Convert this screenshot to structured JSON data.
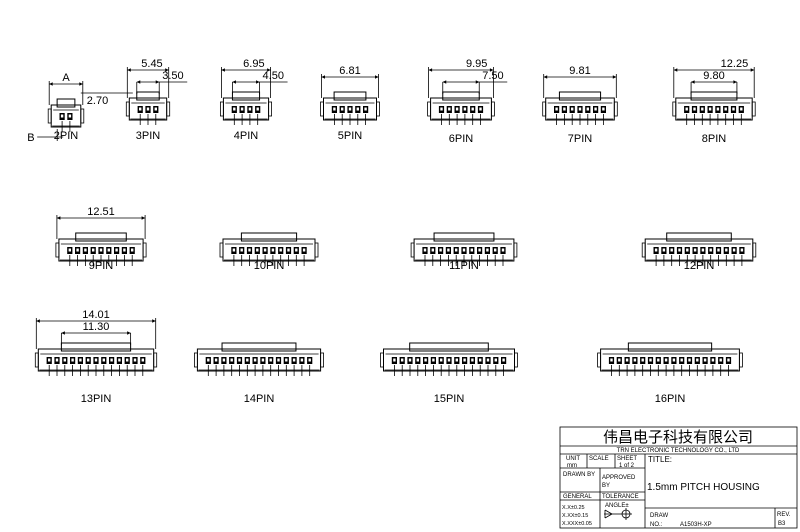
{
  "connectors": [
    {
      "label": "2PIN",
      "pins": 2,
      "dims": [
        {
          "value": "A",
          "kind": "outer"
        },
        {
          "value": "2.70",
          "kind": "side"
        },
        {
          "value": "B",
          "kind": "pitch"
        }
      ]
    },
    {
      "label": "3PIN",
      "pins": 3,
      "dims": [
        {
          "value": "5.45",
          "kind": "outer"
        },
        {
          "value": "3.50",
          "kind": "inner"
        }
      ]
    },
    {
      "label": "4PIN",
      "pins": 4,
      "dims": [
        {
          "value": "6.95",
          "kind": "outer"
        },
        {
          "value": "4.50",
          "kind": "inner"
        }
      ]
    },
    {
      "label": "5PIN",
      "pins": 5,
      "dims": [
        {
          "value": "6.81",
          "kind": "outer"
        }
      ]
    },
    {
      "label": "6PIN",
      "pins": 6,
      "dims": [
        {
          "value": "9.95",
          "kind": "outer"
        },
        {
          "value": "7.50",
          "kind": "inner"
        }
      ]
    },
    {
      "label": "7PIN",
      "pins": 7,
      "dims": [
        {
          "value": "9.81",
          "kind": "outer"
        }
      ]
    },
    {
      "label": "8PIN",
      "pins": 8,
      "dims": [
        {
          "value": "12.25",
          "kind": "outer"
        },
        {
          "value": "9.80",
          "kind": "inner"
        }
      ]
    },
    {
      "label": "9PIN",
      "pins": 9,
      "dims": [
        {
          "value": "12.51",
          "kind": "outer"
        }
      ]
    },
    {
      "label": "10PIN",
      "pins": 10,
      "dims": []
    },
    {
      "label": "11PIN",
      "pins": 11,
      "dims": []
    },
    {
      "label": "12PIN",
      "pins": 12,
      "dims": []
    },
    {
      "label": "13PIN",
      "pins": 13,
      "dims": [
        {
          "value": "14.01",
          "kind": "outer"
        },
        {
          "value": "11.30",
          "kind": "inner"
        }
      ]
    },
    {
      "label": "14PIN",
      "pins": 14,
      "dims": []
    },
    {
      "label": "15PIN",
      "pins": 15,
      "dims": []
    },
    {
      "label": "16PIN",
      "pins": 16,
      "dims": []
    }
  ],
  "title_block": {
    "company_cn": "伟昌电子科技有限公司",
    "company_en": "TRN  ELECTRONIC  TECHNOLOGY  CO., LTD",
    "unit_label": "UNIT",
    "unit_value": "mm",
    "scale_label": "SCALE",
    "sheet_label": "SHEET",
    "sheet_value": "1 of 2",
    "title_label": "TITLE:",
    "title_value": "1.5mm  PITCH  HOUSING",
    "drawn_by_label": "DRAWN  BY",
    "approved_label_1": "APPROVED",
    "approved_label_2": "BY",
    "general_label": "GENERAL",
    "tolerance_label": "TOLERANCE",
    "tol_1": "X.X±0.25",
    "tol_2": "X.XX±0.15",
    "tol_3": "X.XXX±0.05",
    "angle_label": "ANGLE±",
    "draw_no_label_1": "DRAW",
    "draw_no_label_2": "NO.:",
    "draw_no_value": "A1503H-XP",
    "rev_label": "REV.",
    "rev_value": "B3"
  }
}
